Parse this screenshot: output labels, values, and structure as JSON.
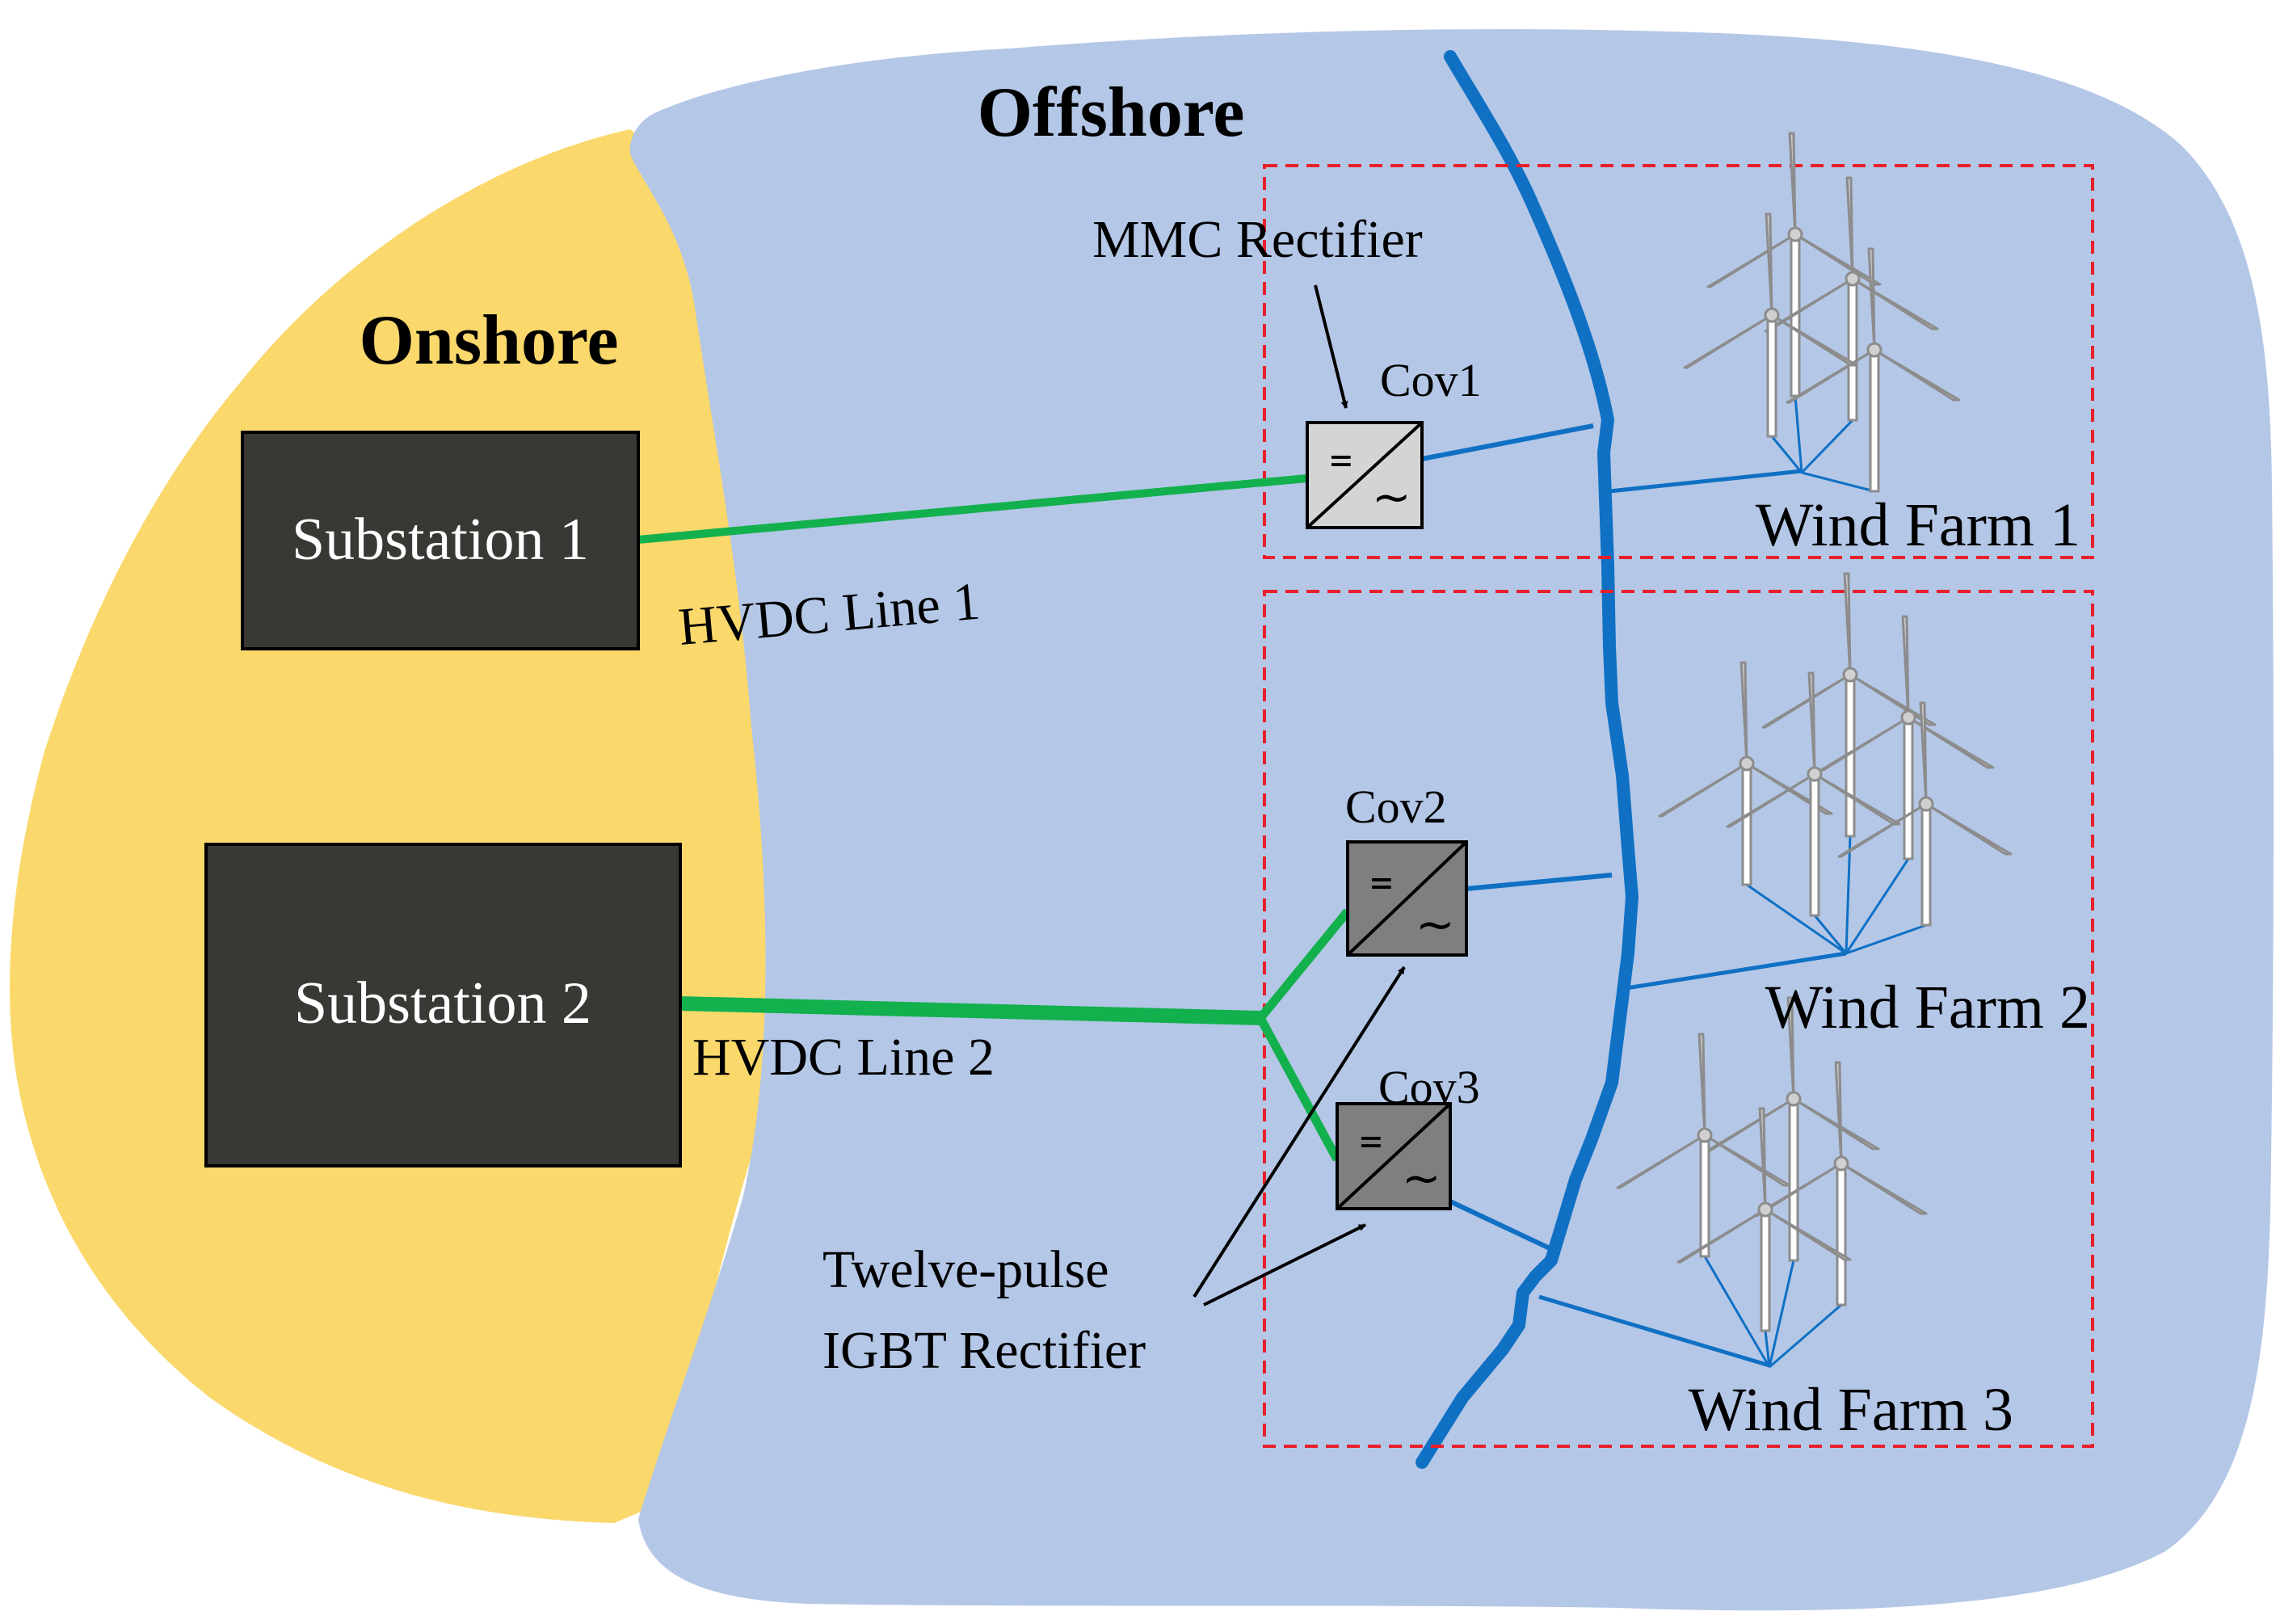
{
  "regions": {
    "onshore": "Onshore",
    "offshore": "Offshore"
  },
  "substations": [
    {
      "label": "Substation 1"
    },
    {
      "label": "Substation 2"
    }
  ],
  "lines": [
    {
      "label": "HVDC Line 1"
    },
    {
      "label": "HVDC Line 2"
    }
  ],
  "converters": [
    {
      "label": "Cov1",
      "style": "light"
    },
    {
      "label": "Cov2",
      "style": "dark"
    },
    {
      "label": "Cov3",
      "style": "dark"
    }
  ],
  "converter_symbols": {
    "dc": "=",
    "ac": "~"
  },
  "annotations": {
    "mmc": "MMC Rectifier",
    "twelve_line1": "Twelve-pulse",
    "twelve_line2": "IGBT Rectifier"
  },
  "wind_farms": [
    {
      "label": "Wind Farm 1"
    },
    {
      "label": "Wind Farm 2"
    },
    {
      "label": "Wind Farm 3"
    }
  ],
  "colors": {
    "onshore_fill": "#FAD86B",
    "offshore_fill": "#B4C7E7",
    "substation_fill": "#3A3835",
    "hvdc_line": "#13B04E",
    "ac_line": "#0F70C4",
    "coast": "#0F70C4",
    "farm_box": "#E8202A",
    "converter_light": "#D4D4D4",
    "converter_dark": "#7F7F7F",
    "turbine": "#8C8C8C"
  }
}
